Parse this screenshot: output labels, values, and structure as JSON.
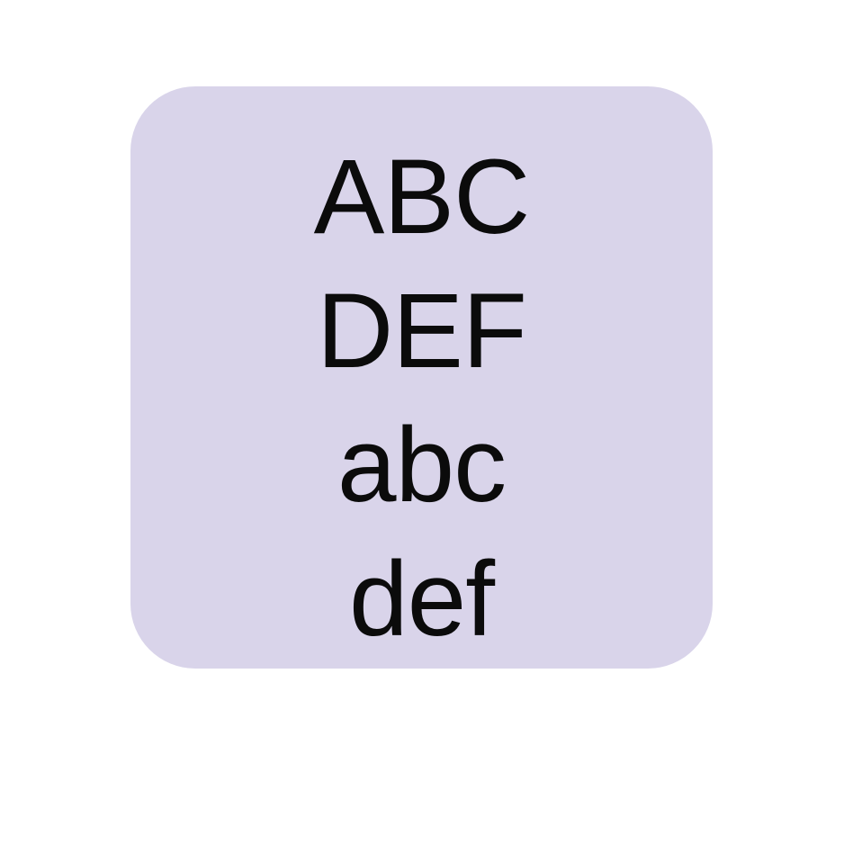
{
  "card": {
    "background_color": "#d9d4ea",
    "lines": [
      "ABC",
      "DEF",
      "abc",
      "def"
    ]
  },
  "colors": {
    "page_background": "#ffffff",
    "text": "#0b0b0b"
  }
}
